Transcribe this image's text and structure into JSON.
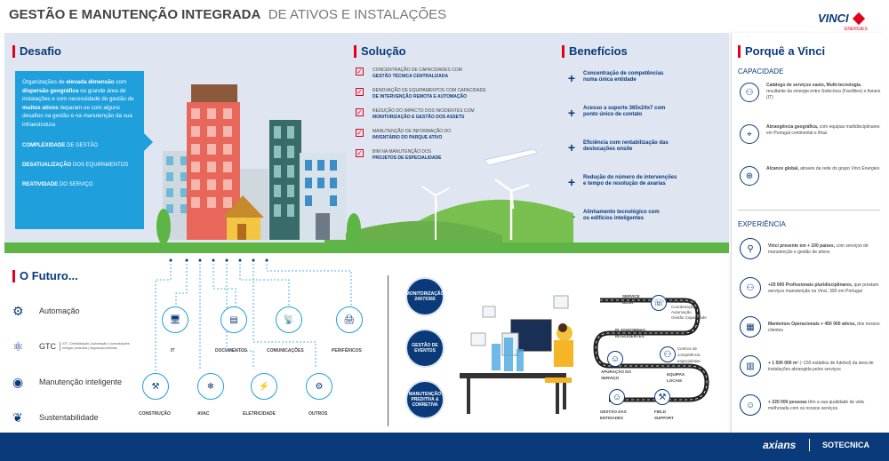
{
  "header": {
    "title_bold": "GESTÃO E MANUTENÇÃO INTEGRADA",
    "title_light": "DE ATIVOS E INSTALAÇÕES",
    "brand": "VINCI",
    "brand_sub": "ENERGIES"
  },
  "desafio": {
    "title": "Desafio",
    "text_parts": [
      "Organizações de ",
      "elevada dimensão",
      " com ",
      "dispersão geográfica",
      " ou grande área de instalações e com necessidade de gestão de ",
      "muitos ativos",
      " deparam-se com alguns desafios na gestão e na manutenção da sua infraestrutura"
    ],
    "items": [
      {
        "bold": "COMPLEXIDADE",
        "rest": " DE GESTÃO"
      },
      {
        "bold": "DESATUALIZAÇÃO",
        "rest": " DOS EQUIPAMENTOS"
      },
      {
        "bold": "REATIVIDADE",
        "rest": " DO SERVIÇO"
      }
    ]
  },
  "solucao": {
    "title": "Solução",
    "items": [
      {
        "light": "CONCENTRAÇÃO DE CAPACIDADES COM",
        "bold": "GESTÃO TÉCNICA CENTRALIZADA"
      },
      {
        "light": "RENOVAÇÃO DE EQUIPAMENTOS COM CAPACIDADE",
        "bold": "DE INTERVENÇÃO REMOTA E AUTOMAÇÃO"
      },
      {
        "light": "REDUÇÃO DO IMPACTO DOS INCIDENTES COM",
        "bold": "MONITORIZAÇÃO E GESTÃO DOS ASSETS"
      },
      {
        "light": "MANUTENÇÃO DE INFORMAÇÃO DO",
        "bold": "INVENTÁRIO DO PARQUE ATIVO"
      },
      {
        "light": "BIM NA MANUTENÇÃO DOS",
        "bold": "PROJETOS DE ESPECIALIDADE"
      }
    ]
  },
  "beneficios": {
    "title": "Benefícios",
    "items": [
      {
        "l1": "Concentração de competências",
        "l2": "numa única entidade"
      },
      {
        "l1": "Acesso a suporte 365x24x7 com",
        "l2": "ponto único de contato"
      },
      {
        "l1": "Eficiência com rentabilização das",
        "l2": "deslocações onsite"
      },
      {
        "l1": "Redução do número de intervenções",
        "l2": "e tempo de resolução de avarias"
      },
      {
        "l1": "Alinhamento tecnológico com",
        "l2": "os edifícios inteligentes"
      }
    ]
  },
  "porque": {
    "title": "Porquê a Vinci",
    "capacidade_label": "CAPACIDADE",
    "capacidade": [
      {
        "bold": "Catálogo de serviços vasto, Multi-tecnologia",
        "rest": ", resultante da sinergia entre Sotécnica (Facilities) e Axians (IT)"
      },
      {
        "bold": "Abrangência geográfica,",
        "rest": " com equipas multidisciplinares em Portugal continental e ilhas"
      },
      {
        "bold": "Alcance global,",
        "rest": " através da rede do grupo Vinci Energies"
      }
    ],
    "experiencia_label": "EXPERIÊNCIA",
    "experiencia": [
      {
        "bold": "Vinci presente em + 100 países,",
        "rest": " com serviços de manutenção e gestão de ativos"
      },
      {
        "bold": "+20 000 Profissionais pluridisciplinares,",
        "rest": " que prestam serviços manutenção na Vinci, 390 em Portugal"
      },
      {
        "bold": "Mantemos Operacionais + 450 000 ativos,",
        "rest": " dos nossos clientes"
      },
      {
        "bold": "+ 1 500 000 m²",
        "rest": " (~150 estádios de futebol) da área de instalações abrangida pelos serviços"
      },
      {
        "bold": "+ 220 000 pessoas",
        "rest": " têm a sua qualidade de vida melhorada com os nossos serviços"
      }
    ]
  },
  "futuro": {
    "title": "O Futuro...",
    "items": [
      {
        "label": "Automação",
        "icon": "robot-icon"
      },
      {
        "label": "GTC",
        "sub": "IOT | Centralização | Automação | comunicações energia | sistemas | segurança Incêndio",
        "icon": "gtc-icon"
      },
      {
        "label": "Manutenção inteligente",
        "icon": "eye-icon"
      },
      {
        "label": "Sustentabilidade",
        "icon": "leaf-icon"
      }
    ]
  },
  "categories_top": [
    "IT",
    "DOCUMENTOS",
    "COMUNICAÇÕES",
    "PERIFÉRICOS"
  ],
  "categories_bottom": [
    "CONSTRUÇÃO",
    "AVAC",
    "ELETRICIDADE",
    "OUTROS"
  ],
  "services": [
    "MONITORIZAÇÃO 24X7X365",
    "GESTÃO DE EVENTOS",
    "MANUTENÇÃO PREDITIVA & CORRETIVA"
  ],
  "flow": {
    "service_desk": "SERVICE DESK",
    "platform": "PLATAFORMAS INTELIGENTES",
    "apuramento": "APURAÇÃO DO SERVIÇO",
    "centros": "Centros de competência especialistas",
    "equipas": "EQUIPAS LOCAIS",
    "gestao_ent": "GESTÃO DAS ENTIDADES",
    "field": "FIELD SUPPORT",
    "bullets": [
      "Monitorização",
      "Coordenação",
      "Automação",
      "Gestão Capacidade"
    ]
  },
  "footer": {
    "brand1": "axians",
    "brand2": "SOTECNICA"
  },
  "colors": {
    "navy": "#0a3a7a",
    "red": "#e2001a",
    "cyan": "#1fa0dd",
    "grass": "#5db546"
  }
}
